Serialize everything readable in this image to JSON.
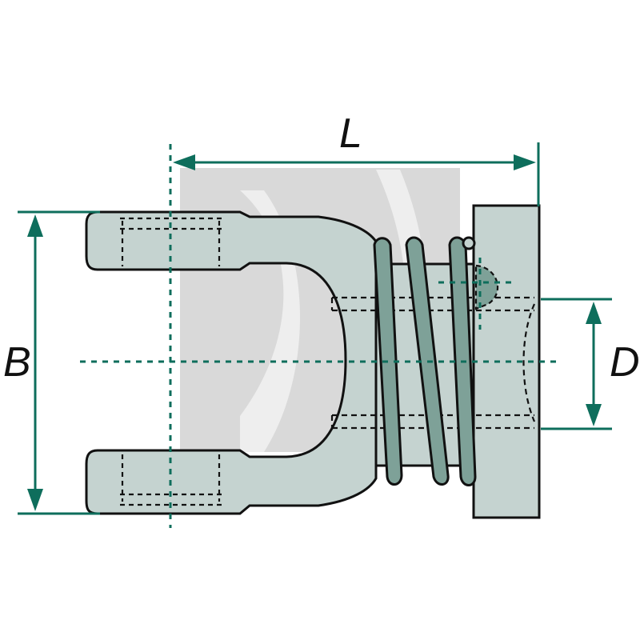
{
  "dimensions": {
    "length_label": "L",
    "width_label": "B",
    "bore_label": "D"
  },
  "colors": {
    "dimension": "#0e6e5c",
    "part_fill": "#c5d3d0",
    "spring_fill": "#7ea198",
    "outline": "#111111",
    "watermark": "#d9d9d9",
    "background": "#ffffff"
  }
}
